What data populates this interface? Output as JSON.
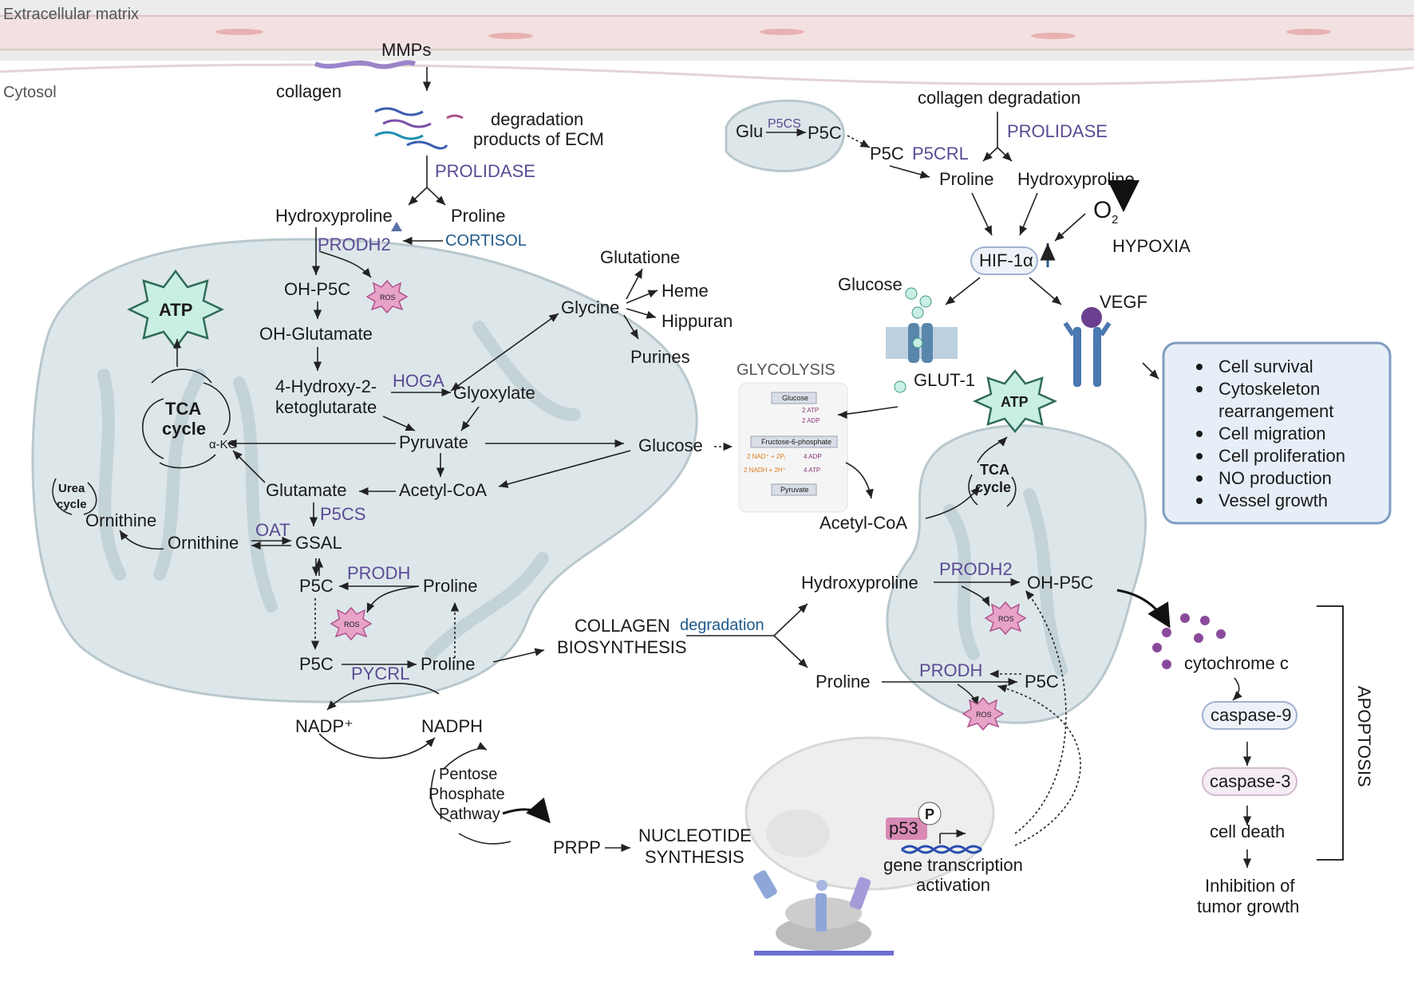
{
  "compartments": {
    "ecm": "Extracellular matrix",
    "cytosol": "Cytosol"
  },
  "ecm_area": {
    "mmps": "MMPs",
    "collagen": "collagen",
    "degradation_1": "degradation",
    "degradation_2": "products of ECM",
    "prolidase": "PROLIDASE",
    "hydroxyproline": "Hydroxyproline",
    "proline": "Proline"
  },
  "mito_left": {
    "prodh2": "PRODH2",
    "cortisol": "CORTISOL",
    "oh_p5c": "OH-P5C",
    "ros": "ROS",
    "oh_glutamate": "OH-Glutamate",
    "hk_1": "4-Hydroxy-2-",
    "hk_2": "ketoglutarate",
    "hoga": "HOGA",
    "glyoxylate": "Glyoxylate",
    "pyruvate": "Pyruvate",
    "acetyl_coa": "Acetyl-CoA",
    "glutamate": "Glutamate",
    "p5cs": "P5CS",
    "ornithine": "Ornithine",
    "oat": "OAT",
    "gsal": "GSAL",
    "p5c": "P5C",
    "prodh": "PRODH",
    "proline": "Proline",
    "atp": "ATP",
    "tca_1": "TCA",
    "tca_2": "cycle",
    "akg": "α-KG",
    "urea_1": "Urea",
    "urea_2": "cycle",
    "ornithine2": "Ornithine"
  },
  "glycine_area": {
    "glycine": "Glycine",
    "glutathione": "Glutatione",
    "heme": "Heme",
    "hippuran": "Hippuran",
    "purines": "Purines",
    "glucose": "Glucose"
  },
  "cytosol_bottom": {
    "p5c": "P5C",
    "pycrl": "PYCRL",
    "proline": "Proline",
    "nadp": "NADP⁺",
    "nadph": "NADPH",
    "ppp_1": "Pentose",
    "ppp_2": "Phosphate",
    "ppp_3": "Pathway",
    "prpp": "PRPP",
    "nuc_1": "NUCLEOTIDE",
    "nuc_2": "SYNTHESIS",
    "collagen_1": "COLLAGEN",
    "collagen_2": "BIOSYNTHESIS",
    "degradation": "degradation"
  },
  "glycolysis": {
    "title": "GLYCOLYSIS",
    "glucose": "Glucose",
    "atp2": "2 ATP",
    "adp2": "2 ADP",
    "f6p": "Fructose-6-phosphate",
    "nad": "2 NAD⁺ + 2Pᵢ",
    "nadh": "2 NADH + 2H⁺",
    "adp4": "4 ADP",
    "atp4": "4 ATP",
    "pyruvate": "Pyruvate",
    "acetyl_coa": "Acetyl-CoA"
  },
  "hypoxia_area": {
    "glu": "Glu",
    "p5cs": "P5CS",
    "p5c_a": "P5C",
    "p5c_b": "P5C",
    "p5crl": "P5CRL",
    "collagen_degradation": "collagen degradation",
    "prolidase": "PROLIDASE",
    "proline": "Proline",
    "hydroxyproline": "Hydroxyproline",
    "o2": "O",
    "o2_sub": "2",
    "hypoxia": "HYPOXIA",
    "hif": "HIF-1α",
    "glucose": "Glucose",
    "glut1": "GLUT-1",
    "vegf": "VEGF",
    "atp": "ATP",
    "tca_1": "TCA",
    "tca_2": "cycle"
  },
  "outcomes": [
    "Cell survival",
    "Cytoskeleton",
    "rearrangement",
    "Cell migration",
    "Cell proliferation",
    "NO production",
    "Vessel growth"
  ],
  "mito_right": {
    "hydroxyproline": "Hydroxyproline",
    "prodh2": "PRODH2",
    "oh_p5c": "OH-P5C",
    "proline": "Proline",
    "prodh": "PRODH",
    "p5c": "P5C",
    "ros": "ROS"
  },
  "apoptosis": {
    "cytochrome": "cytochrome c",
    "casp9": "caspase-9",
    "casp3": "caspase-3",
    "cell_death": "cell death",
    "inhibit_1": "Inhibition of",
    "inhibit_2": "tumor growth",
    "label": "APOPTOSIS"
  },
  "nucleus": {
    "p53": "p53",
    "p": "P",
    "gene_1": "gene transcription",
    "gene_2": "activation"
  },
  "colors": {
    "enzyme": "#5b4a94",
    "regulator": "#1f5a8c",
    "mito_fill": "#dde7ea",
    "ros": "#e7a3c8",
    "atp": "#c9efe4"
  }
}
